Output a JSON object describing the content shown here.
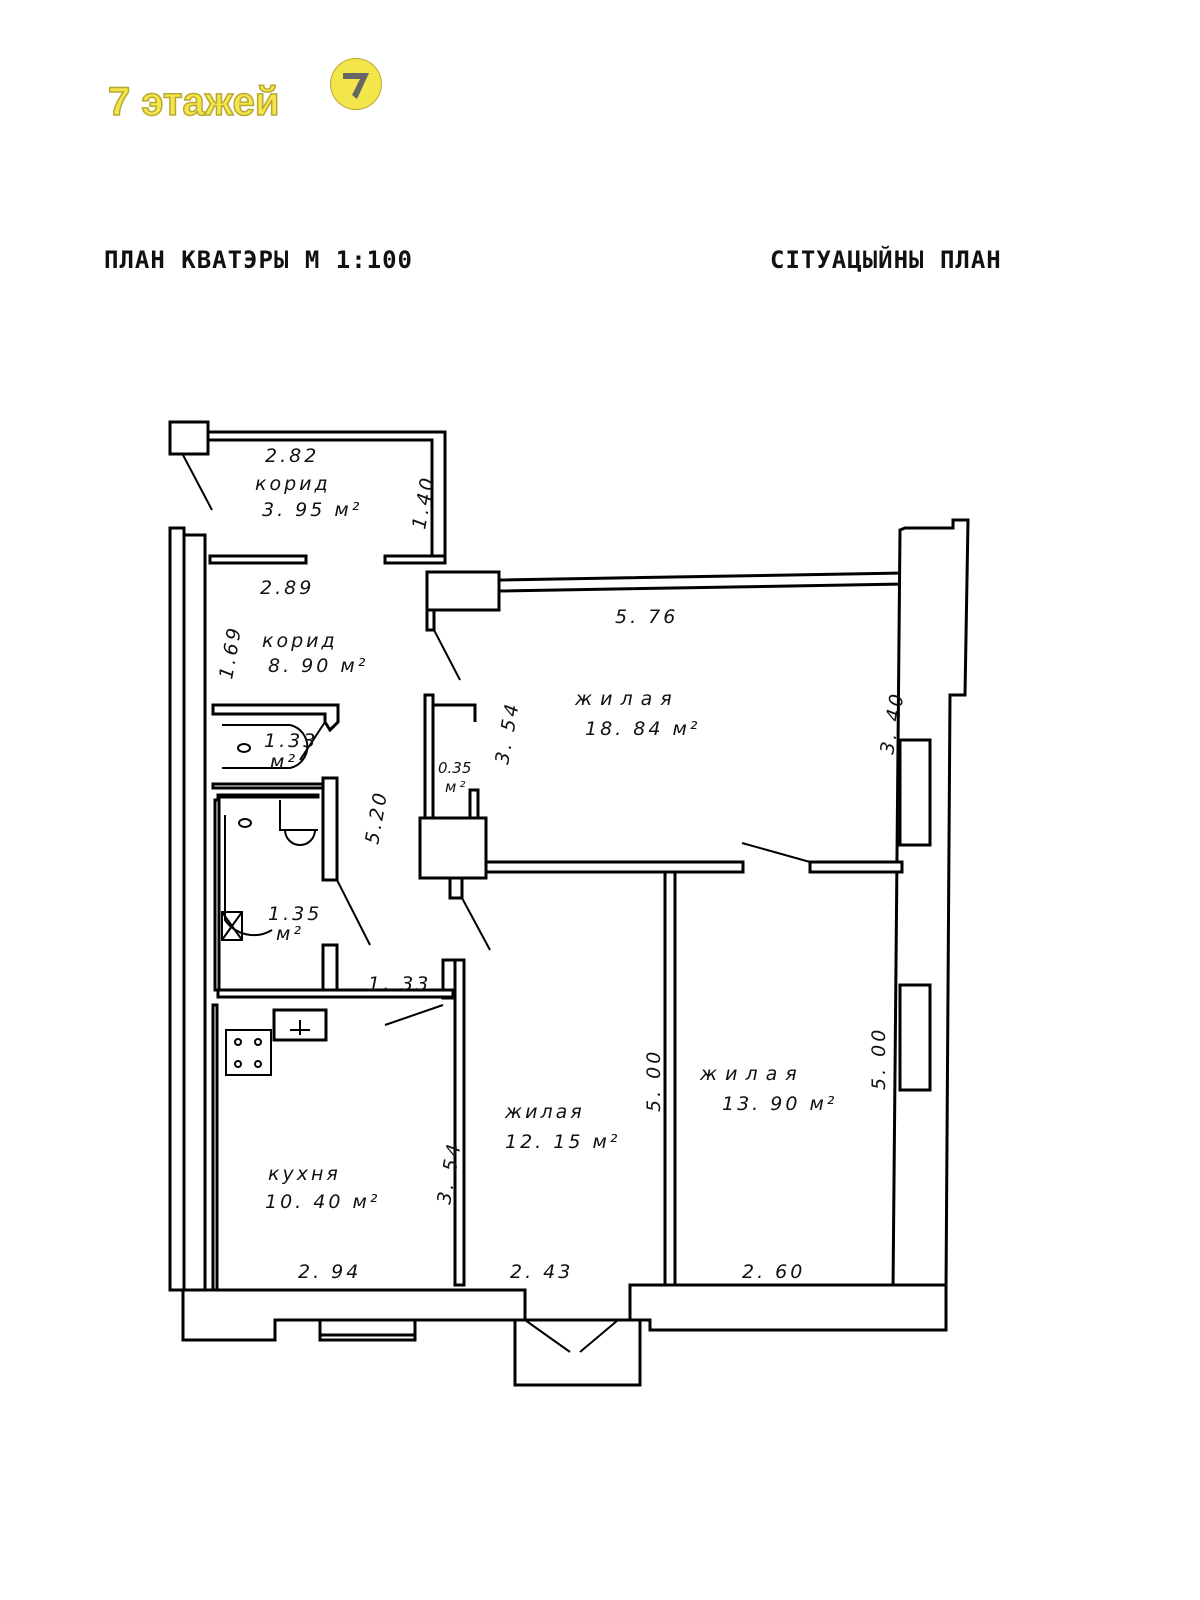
{
  "logo": {
    "text": "7 этажей",
    "badge": "7"
  },
  "headings": {
    "plan": "ПЛАН КВАТЭРЫ М  1:100",
    "situation": "СІТУАЦЫЙНЫ ПЛАН"
  },
  "rooms": {
    "corridor_top": {
      "name": "корид",
      "area": "3. 95 м²",
      "width": "2.82",
      "depth": "1.40"
    },
    "corridor_main": {
      "name": "корид",
      "area": "8. 90 м²",
      "width": "2.89",
      "depth": "1.69",
      "length": "5.20"
    },
    "wc": {
      "area": "1.33",
      "unit": "м²"
    },
    "bath": {
      "area": "1.35",
      "unit": "м²"
    },
    "closet": {
      "area": "0.35",
      "unit": "м²",
      "depth": "3. 54"
    },
    "living_large": {
      "name": "жилая",
      "area": "18. 84 м²",
      "width": "5. 76",
      "depth": "3. 40"
    },
    "kitchen": {
      "name": "кухня",
      "area": "10. 40 м²",
      "width": "2. 94",
      "depth": "3. 54",
      "door": "1. 33"
    },
    "living_mid": {
      "name": "жилая",
      "area": "12. 15 м²",
      "width": "2. 43",
      "depth": "5. 00"
    },
    "living_right": {
      "name": "жилая",
      "area": "13. 90 м²",
      "width": "2. 60",
      "depth": "5. 00"
    }
  }
}
